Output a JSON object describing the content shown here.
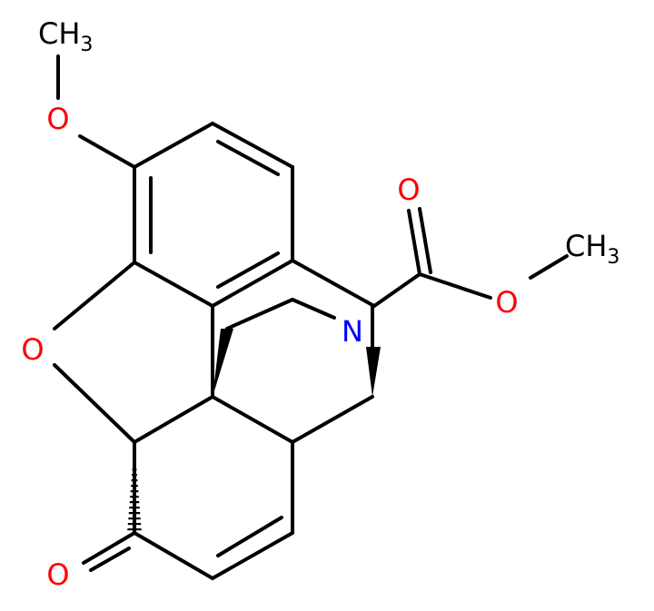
{
  "molecule": {
    "colors": {
      "bond": "#000000",
      "oxygen": "#ff0000",
      "nitrogen": "#0000ff",
      "carbon": "#000000"
    },
    "labels": {
      "top_methyl_base": "CH",
      "top_methyl_sub": "3",
      "methoxy_oxygen": "O",
      "ester_carbonyl_oxygen": "O",
      "ester_methyl_base": "CH",
      "ester_methyl_sub": "3",
      "ester_oxygen": "O",
      "nitrogen": "N",
      "ether_oxygen": "O",
      "ketone_oxygen": "O"
    }
  }
}
